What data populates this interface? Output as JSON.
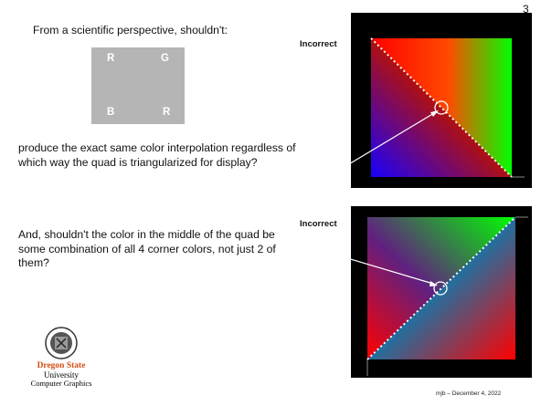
{
  "slide": {
    "number": "3",
    "intro": "From a scientific perspective, shouldn't:",
    "quad_corners": {
      "top_left": "R",
      "top_right": "G",
      "bottom_left": "B",
      "bottom_right": "R"
    },
    "paragraph1": "produce the exact same color interpolation regardless of which way the quad is triangularized for display?",
    "paragraph2": "And, shouldn't the color in the middle of the quad be some combination of all 4 corner colors, not just 2 of them?",
    "label_top": "Incorrect",
    "label_bottom": "Incorrect",
    "logo_line1": "Dregon State",
    "logo_line2": "University",
    "logo_line3": "Computer Graphics",
    "footer": "mjb – December 4, 2022"
  },
  "colors": {
    "red": "#ff0000",
    "green": "#00ff00",
    "blue": "#0000ff",
    "quad_gray": "#b5b5b5",
    "logo_orange": "#d34c14"
  }
}
